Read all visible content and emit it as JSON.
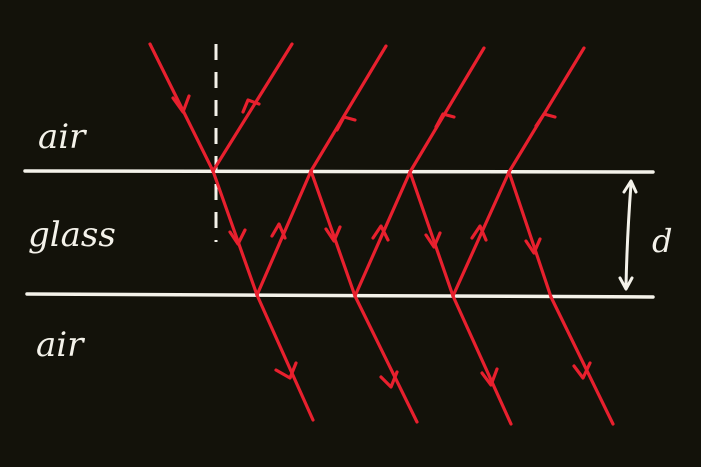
{
  "labels": {
    "air_top": "air",
    "glass": "glass",
    "air_bottom": "air",
    "thickness": "d"
  },
  "colors": {
    "background": "#13120a",
    "ray": "#e8202e",
    "interface": "#f4f2ea"
  }
}
